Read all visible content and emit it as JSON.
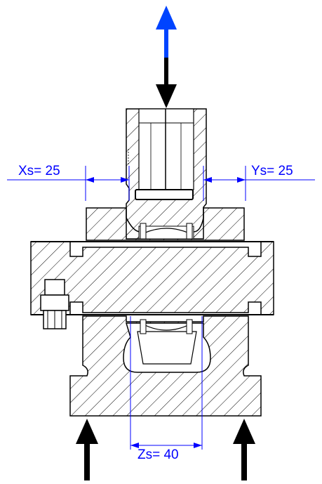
{
  "dimensions": {
    "xs": "Xs= 25",
    "ys": "Ys= 25",
    "zs": "Zs= 40"
  },
  "colors": {
    "outline": "#000000",
    "dimension": "#0000ff",
    "pull_arrow": "#0044ff",
    "background": "#ffffff"
  },
  "icons": {
    "top_pull": "up-arrow-icon",
    "top_press": "down-arrow-icon",
    "bottom_support": "up-arrow-icon"
  }
}
